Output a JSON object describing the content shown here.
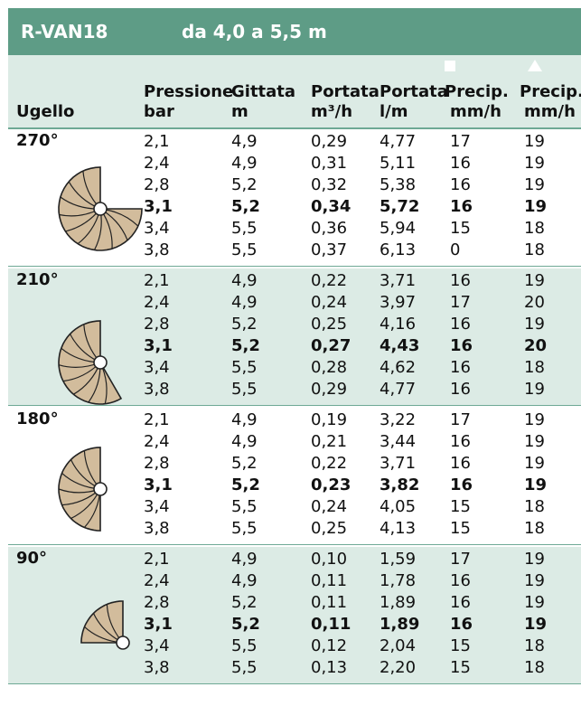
{
  "title": {
    "model": "R-VAN18",
    "range": "da 4,0 a 5,5 m"
  },
  "headers": {
    "nozzle": "Ugello",
    "pressure": [
      "Pressione",
      "bar"
    ],
    "radius": [
      "Gittata",
      "m"
    ],
    "flow_m3h": [
      "Portata",
      "m³/h"
    ],
    "flow_lm": [
      "Portata",
      "l/m"
    ],
    "precip_square": [
      "Precip.",
      "mm/h"
    ],
    "precip_triangle": [
      "Precip.",
      "mm/h"
    ]
  },
  "colors": {
    "header_green": "#5e9c86",
    "light_green": "#dcebe5",
    "fan_fill": "#d2bc9c"
  },
  "groups": [
    {
      "angle": "270°",
      "shaded": false,
      "rows": [
        [
          "2,1",
          "4,9",
          "0,29",
          "4,77",
          "17",
          "19"
        ],
        [
          "2,4",
          "4,9",
          "0,31",
          "5,11",
          "16",
          "19"
        ],
        [
          "2,8",
          "5,2",
          "0,32",
          "5,38",
          "16",
          "19"
        ],
        [
          "3,1",
          "5,2",
          "0,34",
          "5,72",
          "16",
          "19"
        ],
        [
          "3,4",
          "5,5",
          "0,36",
          "5,94",
          "15",
          "18"
        ],
        [
          "3,8",
          "5,5",
          "0,37",
          "6,13",
          "0",
          "18"
        ]
      ]
    },
    {
      "angle": "210°",
      "shaded": true,
      "rows": [
        [
          "2,1",
          "4,9",
          "0,22",
          "3,71",
          "16",
          "19"
        ],
        [
          "2,4",
          "4,9",
          "0,24",
          "3,97",
          "17",
          "20"
        ],
        [
          "2,8",
          "5,2",
          "0,25",
          "4,16",
          "16",
          "19"
        ],
        [
          "3,1",
          "5,2",
          "0,27",
          "4,43",
          "16",
          "20"
        ],
        [
          "3,4",
          "5,5",
          "0,28",
          "4,62",
          "16",
          "18"
        ],
        [
          "3,8",
          "5,5",
          "0,29",
          "4,77",
          "16",
          "19"
        ]
      ]
    },
    {
      "angle": "180°",
      "shaded": false,
      "rows": [
        [
          "2,1",
          "4,9",
          "0,19",
          "3,22",
          "17",
          "19"
        ],
        [
          "2,4",
          "4,9",
          "0,21",
          "3,44",
          "16",
          "19"
        ],
        [
          "2,8",
          "5,2",
          "0,22",
          "3,71",
          "16",
          "19"
        ],
        [
          "3,1",
          "5,2",
          "0,23",
          "3,82",
          "16",
          "19"
        ],
        [
          "3,4",
          "5,5",
          "0,24",
          "4,05",
          "15",
          "18"
        ],
        [
          "3,8",
          "5,5",
          "0,25",
          "4,13",
          "15",
          "18"
        ]
      ]
    },
    {
      "angle": "90°",
      "shaded": true,
      "rows": [
        [
          "2,1",
          "4,9",
          "0,10",
          "1,59",
          "17",
          "19"
        ],
        [
          "2,4",
          "4,9",
          "0,11",
          "1,78",
          "16",
          "19"
        ],
        [
          "2,8",
          "5,2",
          "0,11",
          "1,89",
          "16",
          "19"
        ],
        [
          "3,1",
          "5,2",
          "0,11",
          "1,89",
          "16",
          "19"
        ],
        [
          "3,4",
          "5,5",
          "0,12",
          "2,04",
          "15",
          "18"
        ],
        [
          "3,8",
          "5,5",
          "0,13",
          "2,20",
          "15",
          "18"
        ]
      ]
    }
  ]
}
